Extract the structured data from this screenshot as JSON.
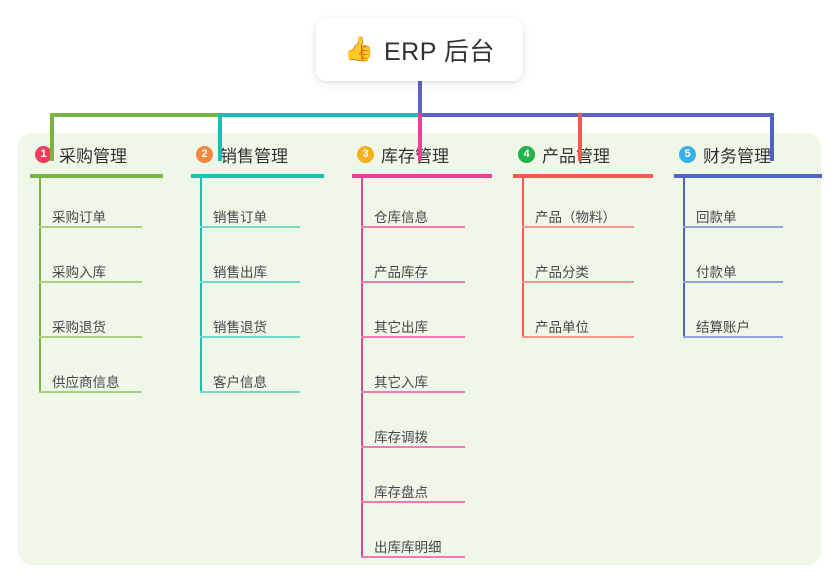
{
  "root": {
    "icon": "thumbs-up-icon",
    "icon_glyph": "👍",
    "label": "ERP 后台"
  },
  "theme": {
    "page_bg": "#ffffff",
    "panel_bg": "#eef7e8",
    "stem_color": "#5b63c4",
    "title_text_color": "#303336"
  },
  "columns": [
    {
      "index": "1",
      "badge_color": "#ef3e5c",
      "line_color": "#7cb342",
      "leaf_color": "#a9cf7f",
      "title": "采购管理",
      "items": [
        "采购订单",
        "采购入库",
        "采购退货",
        "供应商信息"
      ]
    },
    {
      "index": "2",
      "badge_color": "#f5883f",
      "line_color": "#18c0b4",
      "leaf_color": "#79d6cf",
      "title": "销售管理",
      "items": [
        "销售订单",
        "销售出库",
        "销售退货",
        "客户信息"
      ]
    },
    {
      "index": "3",
      "badge_color": "#f5b01e",
      "line_color": "#ec3f96",
      "leaf_color": "#ef7ab4",
      "title": "库存管理",
      "items": [
        "仓库信息",
        "产品库存",
        "其它出库",
        "其它入库",
        "库存调拨",
        "库存盘点",
        "出库库明细"
      ]
    },
    {
      "index": "4",
      "badge_color": "#22b24c",
      "line_color": "#f4594f",
      "leaf_color": "#f7948c",
      "title": "产品管理",
      "items": [
        "产品（物料）",
        "产品分类",
        "产品单位"
      ]
    },
    {
      "index": "5",
      "badge_color": "#35b0e8",
      "line_color": "#4f63c4",
      "leaf_color": "#93a3dd",
      "title": "财务管理",
      "items": [
        "回款单",
        "付款单",
        "结算账户"
      ]
    }
  ],
  "connectors": {
    "bus_segments": [
      {
        "name": "bus-left-green",
        "color": "#7cb342"
      },
      {
        "name": "bus-mid-teal",
        "color": "#18c0b4"
      },
      {
        "name": "bus-right-blue",
        "color": "#5b63c4"
      }
    ],
    "drops": [
      {
        "name": "drop-col-1",
        "color": "#7cb342"
      },
      {
        "name": "drop-col-2",
        "color": "#18c0b4"
      },
      {
        "name": "drop-col-3",
        "color": "#ec3f96"
      },
      {
        "name": "drop-col-4",
        "color": "#f4594f"
      },
      {
        "name": "drop-col-5",
        "color": "#4f63c4"
      }
    ]
  }
}
